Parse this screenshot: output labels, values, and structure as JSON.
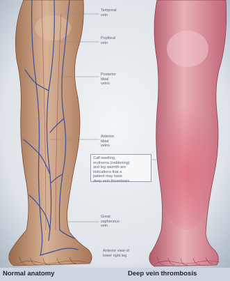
{
  "labels": {
    "temporal": [
      "Temporal",
      "vein"
    ],
    "popliteal": [
      "Popliteal",
      "vein"
    ],
    "posterior": [
      "Posterior",
      "tibial",
      "veins"
    ],
    "anterior": [
      "Anterior",
      "tibial",
      "veins"
    ],
    "saphenous": [
      "Great",
      "saphenous",
      "vein"
    ],
    "view": [
      "Anterior view of",
      "lower right leg"
    ]
  },
  "callout": [
    "Calf swelling,",
    "erythema (reddening)",
    "and leg warmth are",
    "indications that a",
    "patient may have",
    "deep vein thrombosis"
  ],
  "captions": {
    "left": "Normal anatomy",
    "right": "Deep vein thrombosis"
  }
}
